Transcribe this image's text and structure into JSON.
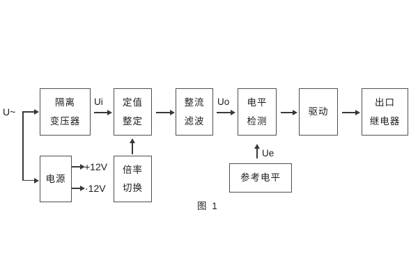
{
  "figure": {
    "caption": "图 1"
  },
  "colors": {
    "line": "#383838",
    "border": "#4c4c4c",
    "text": "#1c1c1c",
    "bg": "#ffffff"
  },
  "blocks": {
    "isolation_transformer": {
      "line1": "隔离",
      "line2": "变压器"
    },
    "setting_adjust": {
      "line1": "定值",
      "line2": "整定"
    },
    "rectifier_filter": {
      "line1": "整流",
      "line2": "滤波"
    },
    "level_detect": {
      "line1": "电平",
      "line2": "检测"
    },
    "drive": {
      "line1": "驱动"
    },
    "output_relay": {
      "line1": "出口",
      "line2": "继电器"
    },
    "power": {
      "line1": "电源"
    },
    "ratio_switch": {
      "line1": "倍率",
      "line2": "切换"
    },
    "reference_level": {
      "line1": "参考电平"
    }
  },
  "signals": {
    "input": "U~",
    "ui": "Ui",
    "uo": "Uo",
    "ue": "Ue",
    "plus12": "+12V",
    "minus12": "·12V"
  }
}
